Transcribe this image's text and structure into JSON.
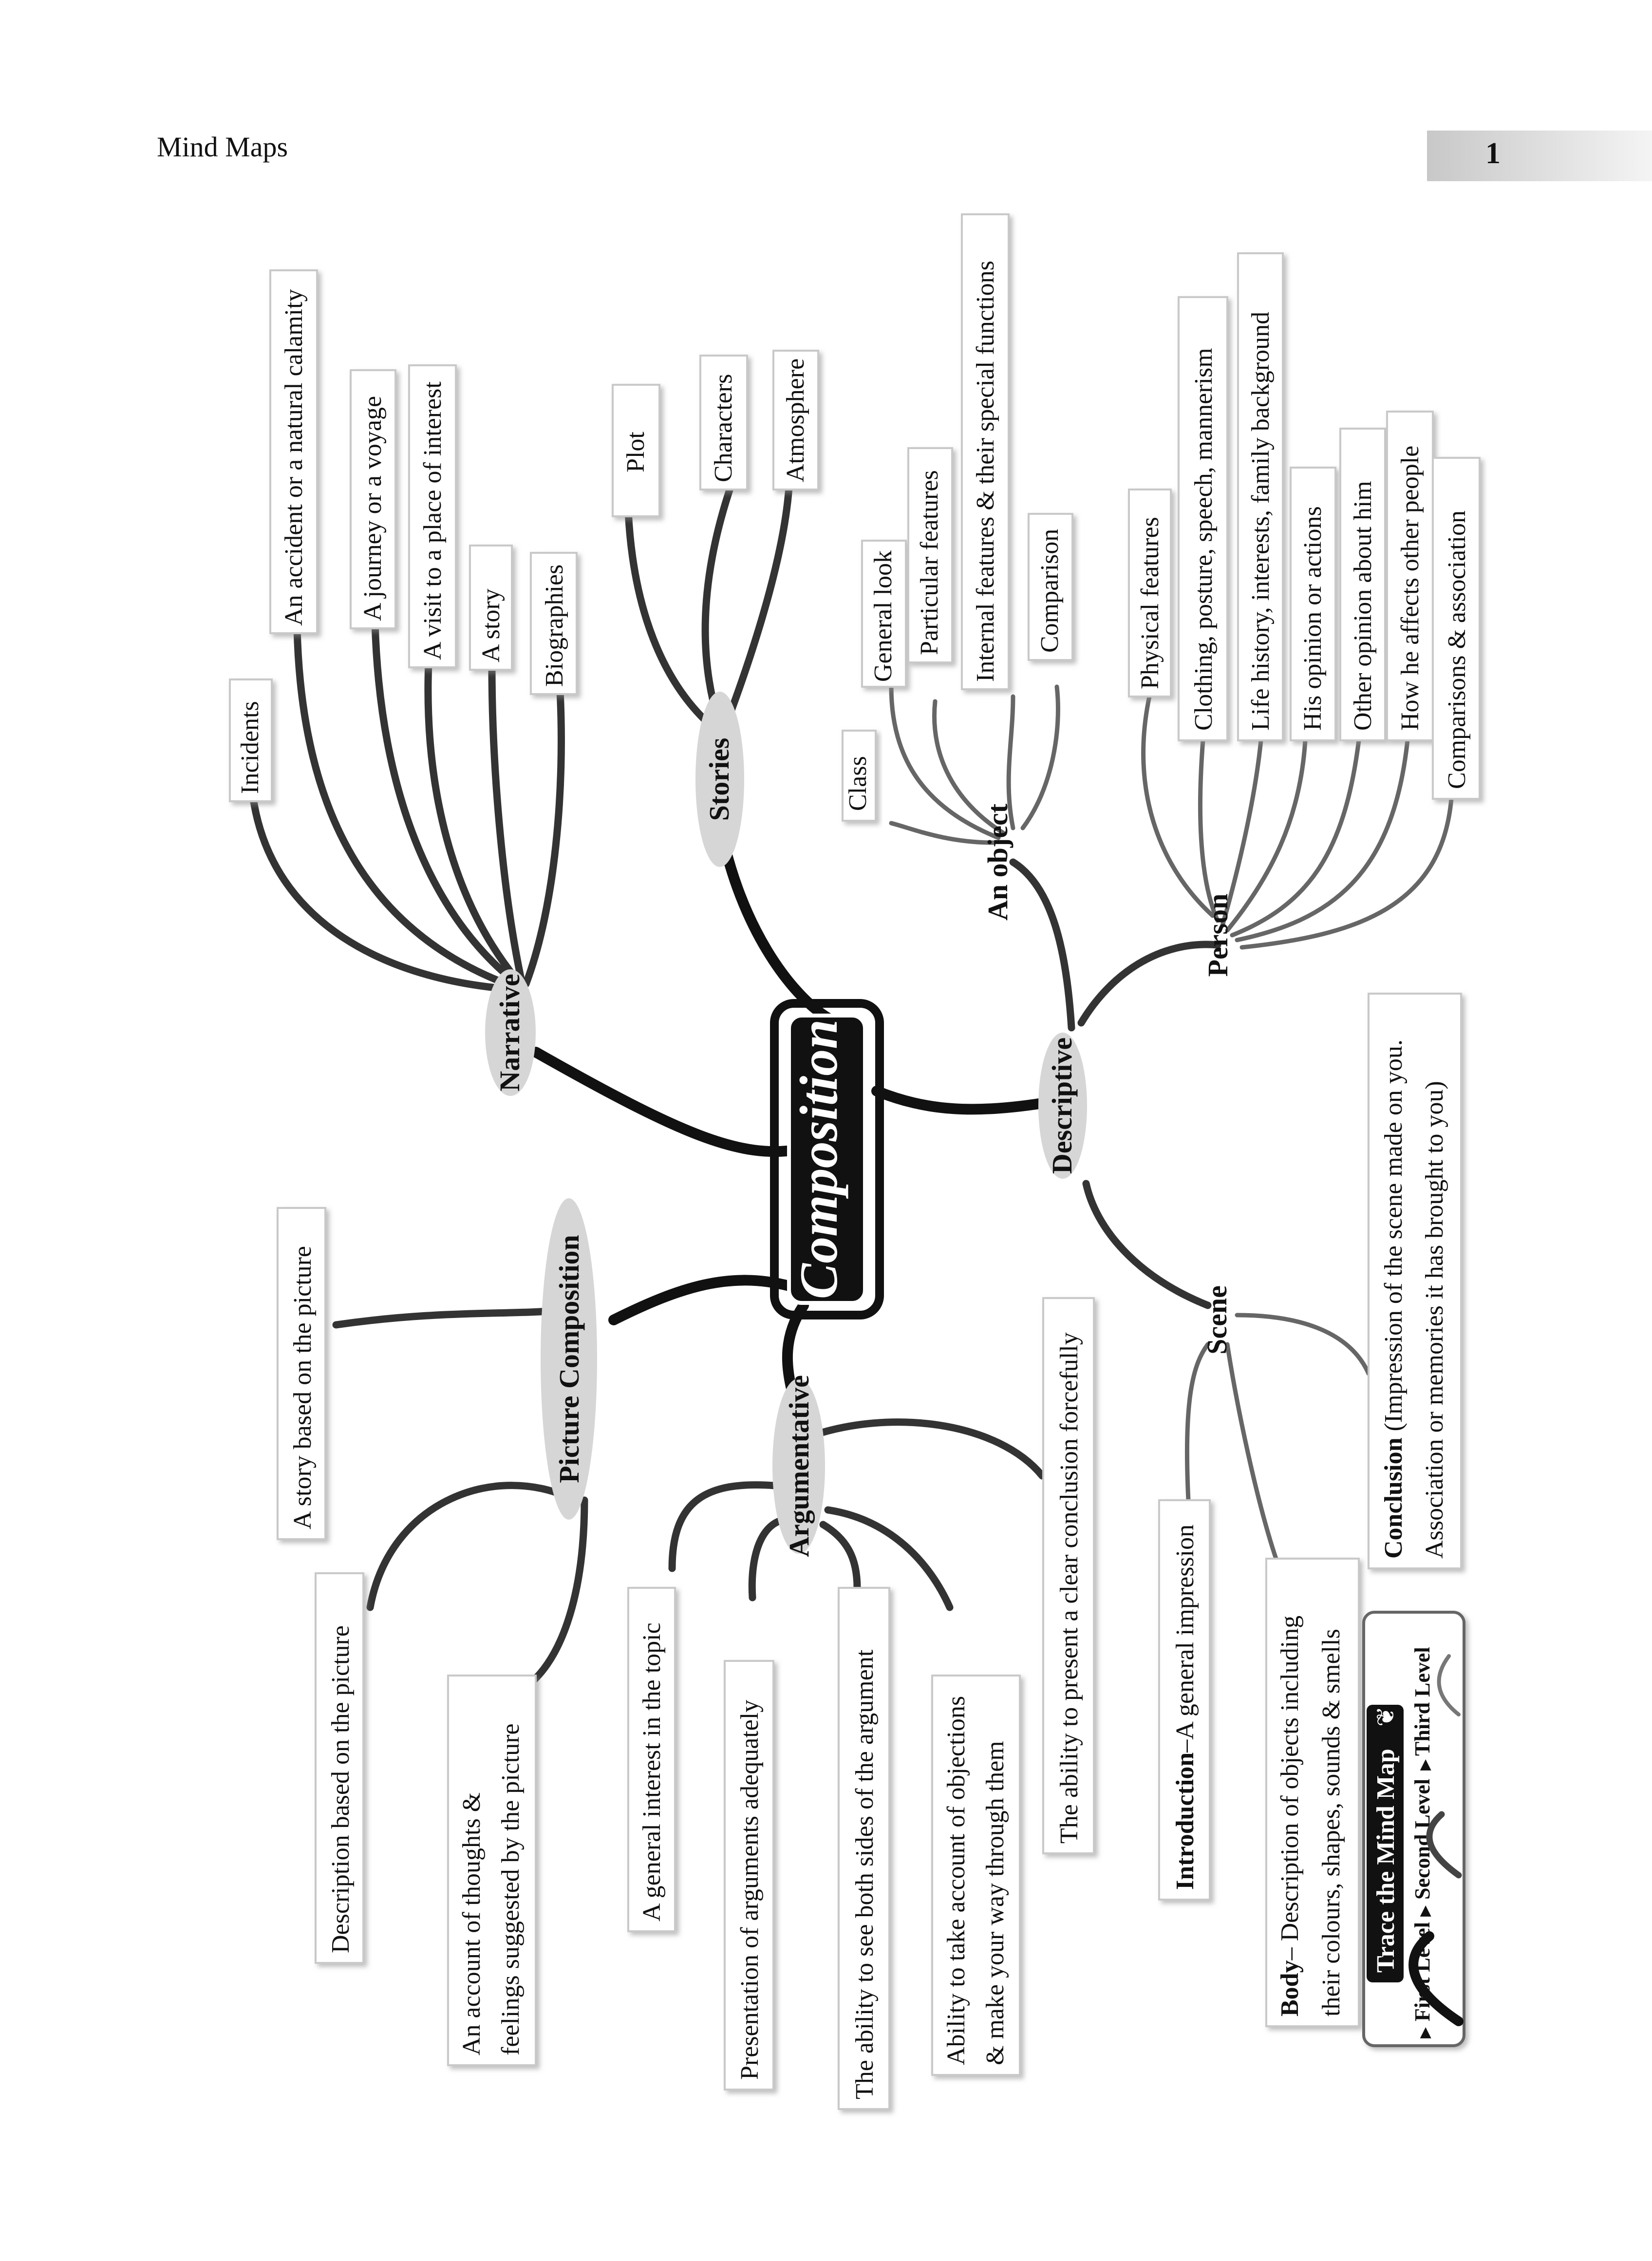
{
  "header": {
    "title": "Mind Maps",
    "page_number": "1"
  },
  "center": {
    "label": "Composition"
  },
  "hubs": {
    "narrative": "Narrative",
    "stories": "Stories",
    "descriptive": "Descriptive",
    "an_object": "An object",
    "person": "Person",
    "scene": "Scene",
    "picture": "Picture Composition",
    "argumentative": "Argumentative"
  },
  "narrative_items": [
    "Incidents",
    "An accident or a natural calamity",
    "A journey or a voyage",
    "A visit to a place of interest",
    "A story",
    "Biographies"
  ],
  "stories_items": [
    "Plot",
    "Characters",
    "Atmosphere"
  ],
  "object_items": [
    "Class",
    "General look",
    "Particular features",
    "Internal features & their special functions",
    "Comparison"
  ],
  "person_items": [
    "Physical  features",
    "Clothing, posture, speech, mannerism",
    "Life  history, interests, family  background",
    "His  opinion  or actions",
    "Other opinion about  him",
    "How he affects other people",
    "Comparisons  &  association"
  ],
  "picture_items": [
    "A story based on the picture",
    "Description based on the picture",
    "An  account  of  thoughts  &",
    "feelings suggested by the picture"
  ],
  "argument_items": [
    "A general interest in the topic",
    "Presentation of  arguments adequately",
    "The ability to see  both sides of the  argument",
    "Ability to take account of objections",
    "&  make  your  way  through  them",
    "The ability to present a clear conclusion forcefully"
  ],
  "scene_items": {
    "intro_bold": "Introduction",
    "intro_rest": "–A general impression",
    "body_bold": "Body",
    "body_rest": "– Description of objects including",
    "body_line2": "their colours, shapes, sounds & smells",
    "concl_bold": "Conclusion",
    "concl_rest": " (Impression of the scene made on you.",
    "concl_line2": "Association  or  memories  it  has  brought  to  you)"
  },
  "legend": {
    "title": "Trace the  Mind Map",
    "first": "First Level",
    "second": "Second Level",
    "third": "Third Level"
  }
}
